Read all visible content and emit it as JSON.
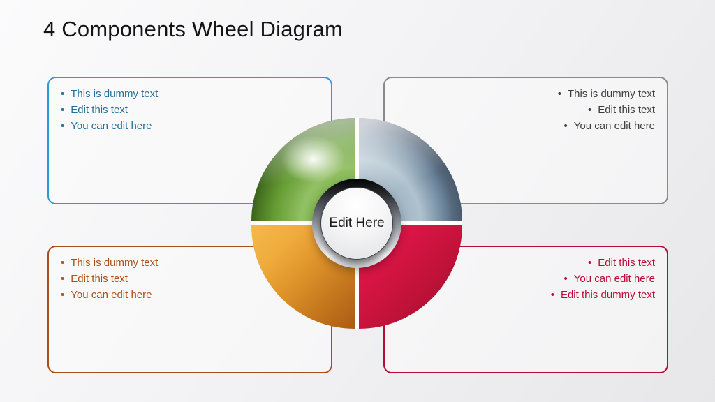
{
  "slide": {
    "title": "4 Components Wheel Diagram",
    "background_color": "#F0F0F2"
  },
  "boxes": {
    "top_left": {
      "border_color": "#2D9BD2",
      "text_color": "#21709B",
      "align": "left",
      "bullets": [
        "This is dummy text",
        "Edit this text",
        "You can edit here"
      ]
    },
    "top_right": {
      "border_color": "#8A8A8A",
      "text_color": "#3C3C3C",
      "align": "right",
      "bullets": [
        "This is dummy text",
        "Edit this text",
        "You can edit here"
      ]
    },
    "bottom_left": {
      "border_color": "#A94E1A",
      "text_color": "#AC4E17",
      "align": "left",
      "bullets": [
        "This is dummy text",
        "Edit this text",
        "You can edit here"
      ]
    },
    "bottom_right": {
      "border_color": "#B40E35",
      "text_color": "#BB0A35",
      "align": "right",
      "bullets": [
        "Edit this text",
        "You can edit here",
        "Edit this dummy text"
      ]
    }
  },
  "wheel": {
    "center_label": "Edit Here",
    "quadrants": [
      {
        "position": "top-left",
        "name": "green",
        "color": "#5FA233"
      },
      {
        "position": "top-right",
        "name": "steel-blue",
        "color": "#8CA3B4"
      },
      {
        "position": "bottom-left",
        "name": "orange",
        "color": "#D9852B"
      },
      {
        "position": "bottom-right",
        "name": "red",
        "color": "#C81440"
      }
    ]
  }
}
